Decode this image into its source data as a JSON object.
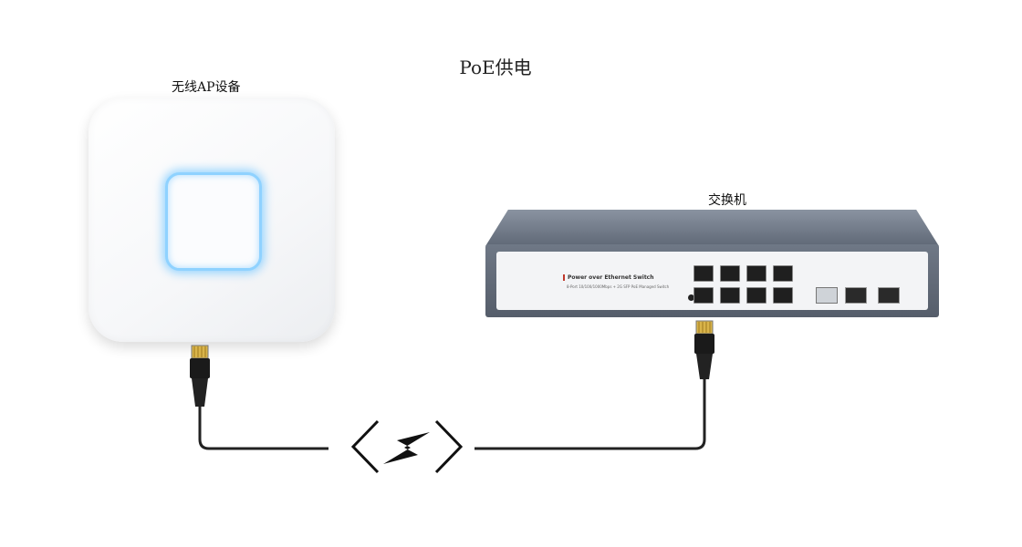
{
  "title": "PoE供电",
  "ap_label": "无线AP设备",
  "switch_label": "交换机",
  "switch_brand": "Power over Ethernet Switch",
  "switch_subtitle": "8-Port 10/100/1000Mbps + 2G SFP PoE Managed Switch",
  "icons": {
    "ap": "wireless-access-point-icon",
    "switch": "poe-switch-icon",
    "power": "lightning-bolt-icon"
  }
}
